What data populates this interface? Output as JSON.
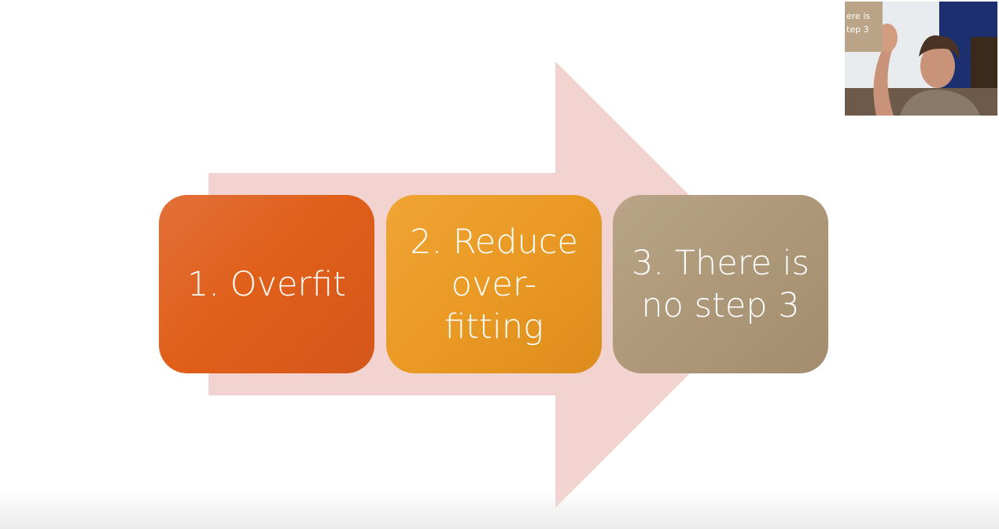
{
  "slide": {
    "steps": [
      {
        "label": "1. Overfit",
        "color": "#e0601a"
      },
      {
        "label": "2. Reduce\nover-\nfitting",
        "color": "#e99a24"
      },
      {
        "label": "3. There is\nno step 3",
        "color": "#ad9979"
      }
    ],
    "arrow_color": "#f3d3d0"
  },
  "webcam": {
    "thumb_text": "ere is\ntep 3"
  }
}
